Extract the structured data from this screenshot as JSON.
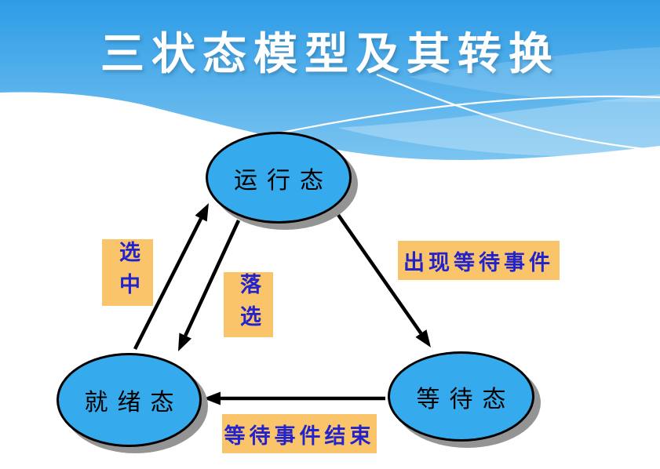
{
  "title": "三状态模型及其转换",
  "diagram": {
    "states": {
      "running": {
        "label": "运行态"
      },
      "ready": {
        "label": "就绪态"
      },
      "waiting": {
        "label": "等待态"
      }
    },
    "transitions": {
      "select": {
        "label": "选中",
        "from": "就绪态",
        "to": "运行态"
      },
      "deselect": {
        "label": "落选",
        "from": "运行态",
        "to": "就绪态"
      },
      "wait_event_occurs": {
        "label": "出现等待事件",
        "from": "运行态",
        "to": "等待态"
      },
      "wait_event_ends": {
        "label": "等待事件结束",
        "from": "等待态",
        "to": "就绪态"
      }
    }
  },
  "colors": {
    "state_fill": "#35aaec",
    "state_border": "#000000",
    "state_shadow": "#949494",
    "label_bg": "#fac56a",
    "label_text": "#2323cc",
    "arrow": "#000000",
    "title_text": "#ffffff",
    "banner_top": "#2e9ce6",
    "banner_bottom": "#7ac4f0"
  }
}
